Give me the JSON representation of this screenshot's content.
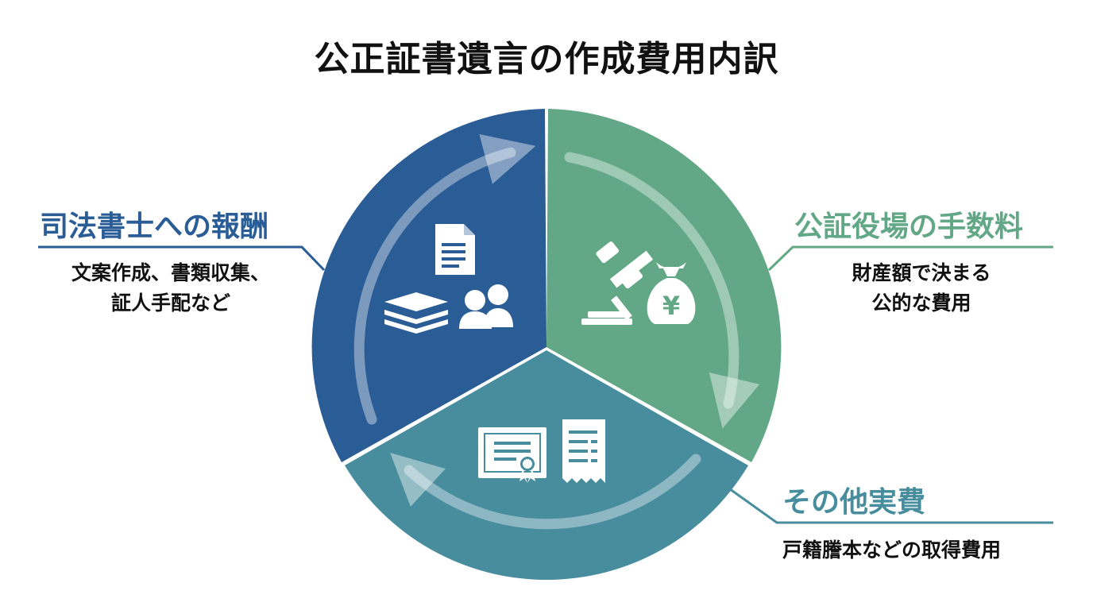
{
  "title": "公正証書遺言の作成費用内訳",
  "colors": {
    "left": "#2A5C96",
    "right": "#63A886",
    "bottom": "#478D9E",
    "label_left": "#2A5C96",
    "label_right": "#63A886",
    "label_bottom": "#478D9E"
  },
  "segments": {
    "left": {
      "label": "司法書士への報酬",
      "desc_line1": "文案作成、書類収集、",
      "desc_line2": "証人手配など",
      "icons": [
        "document-icon",
        "paper-stack-icon",
        "people-icon"
      ]
    },
    "right": {
      "label": "公証役場の手数料",
      "desc_line1": "財産額で決まる",
      "desc_line2": "公的な費用",
      "money_symbol": "¥",
      "icons": [
        "gavel-icon",
        "money-bag-icon"
      ]
    },
    "bottom": {
      "label": "その他実費",
      "desc_line1": "戸籍謄本などの取得費用",
      "icons": [
        "certificate-icon",
        "receipt-icon"
      ]
    }
  }
}
